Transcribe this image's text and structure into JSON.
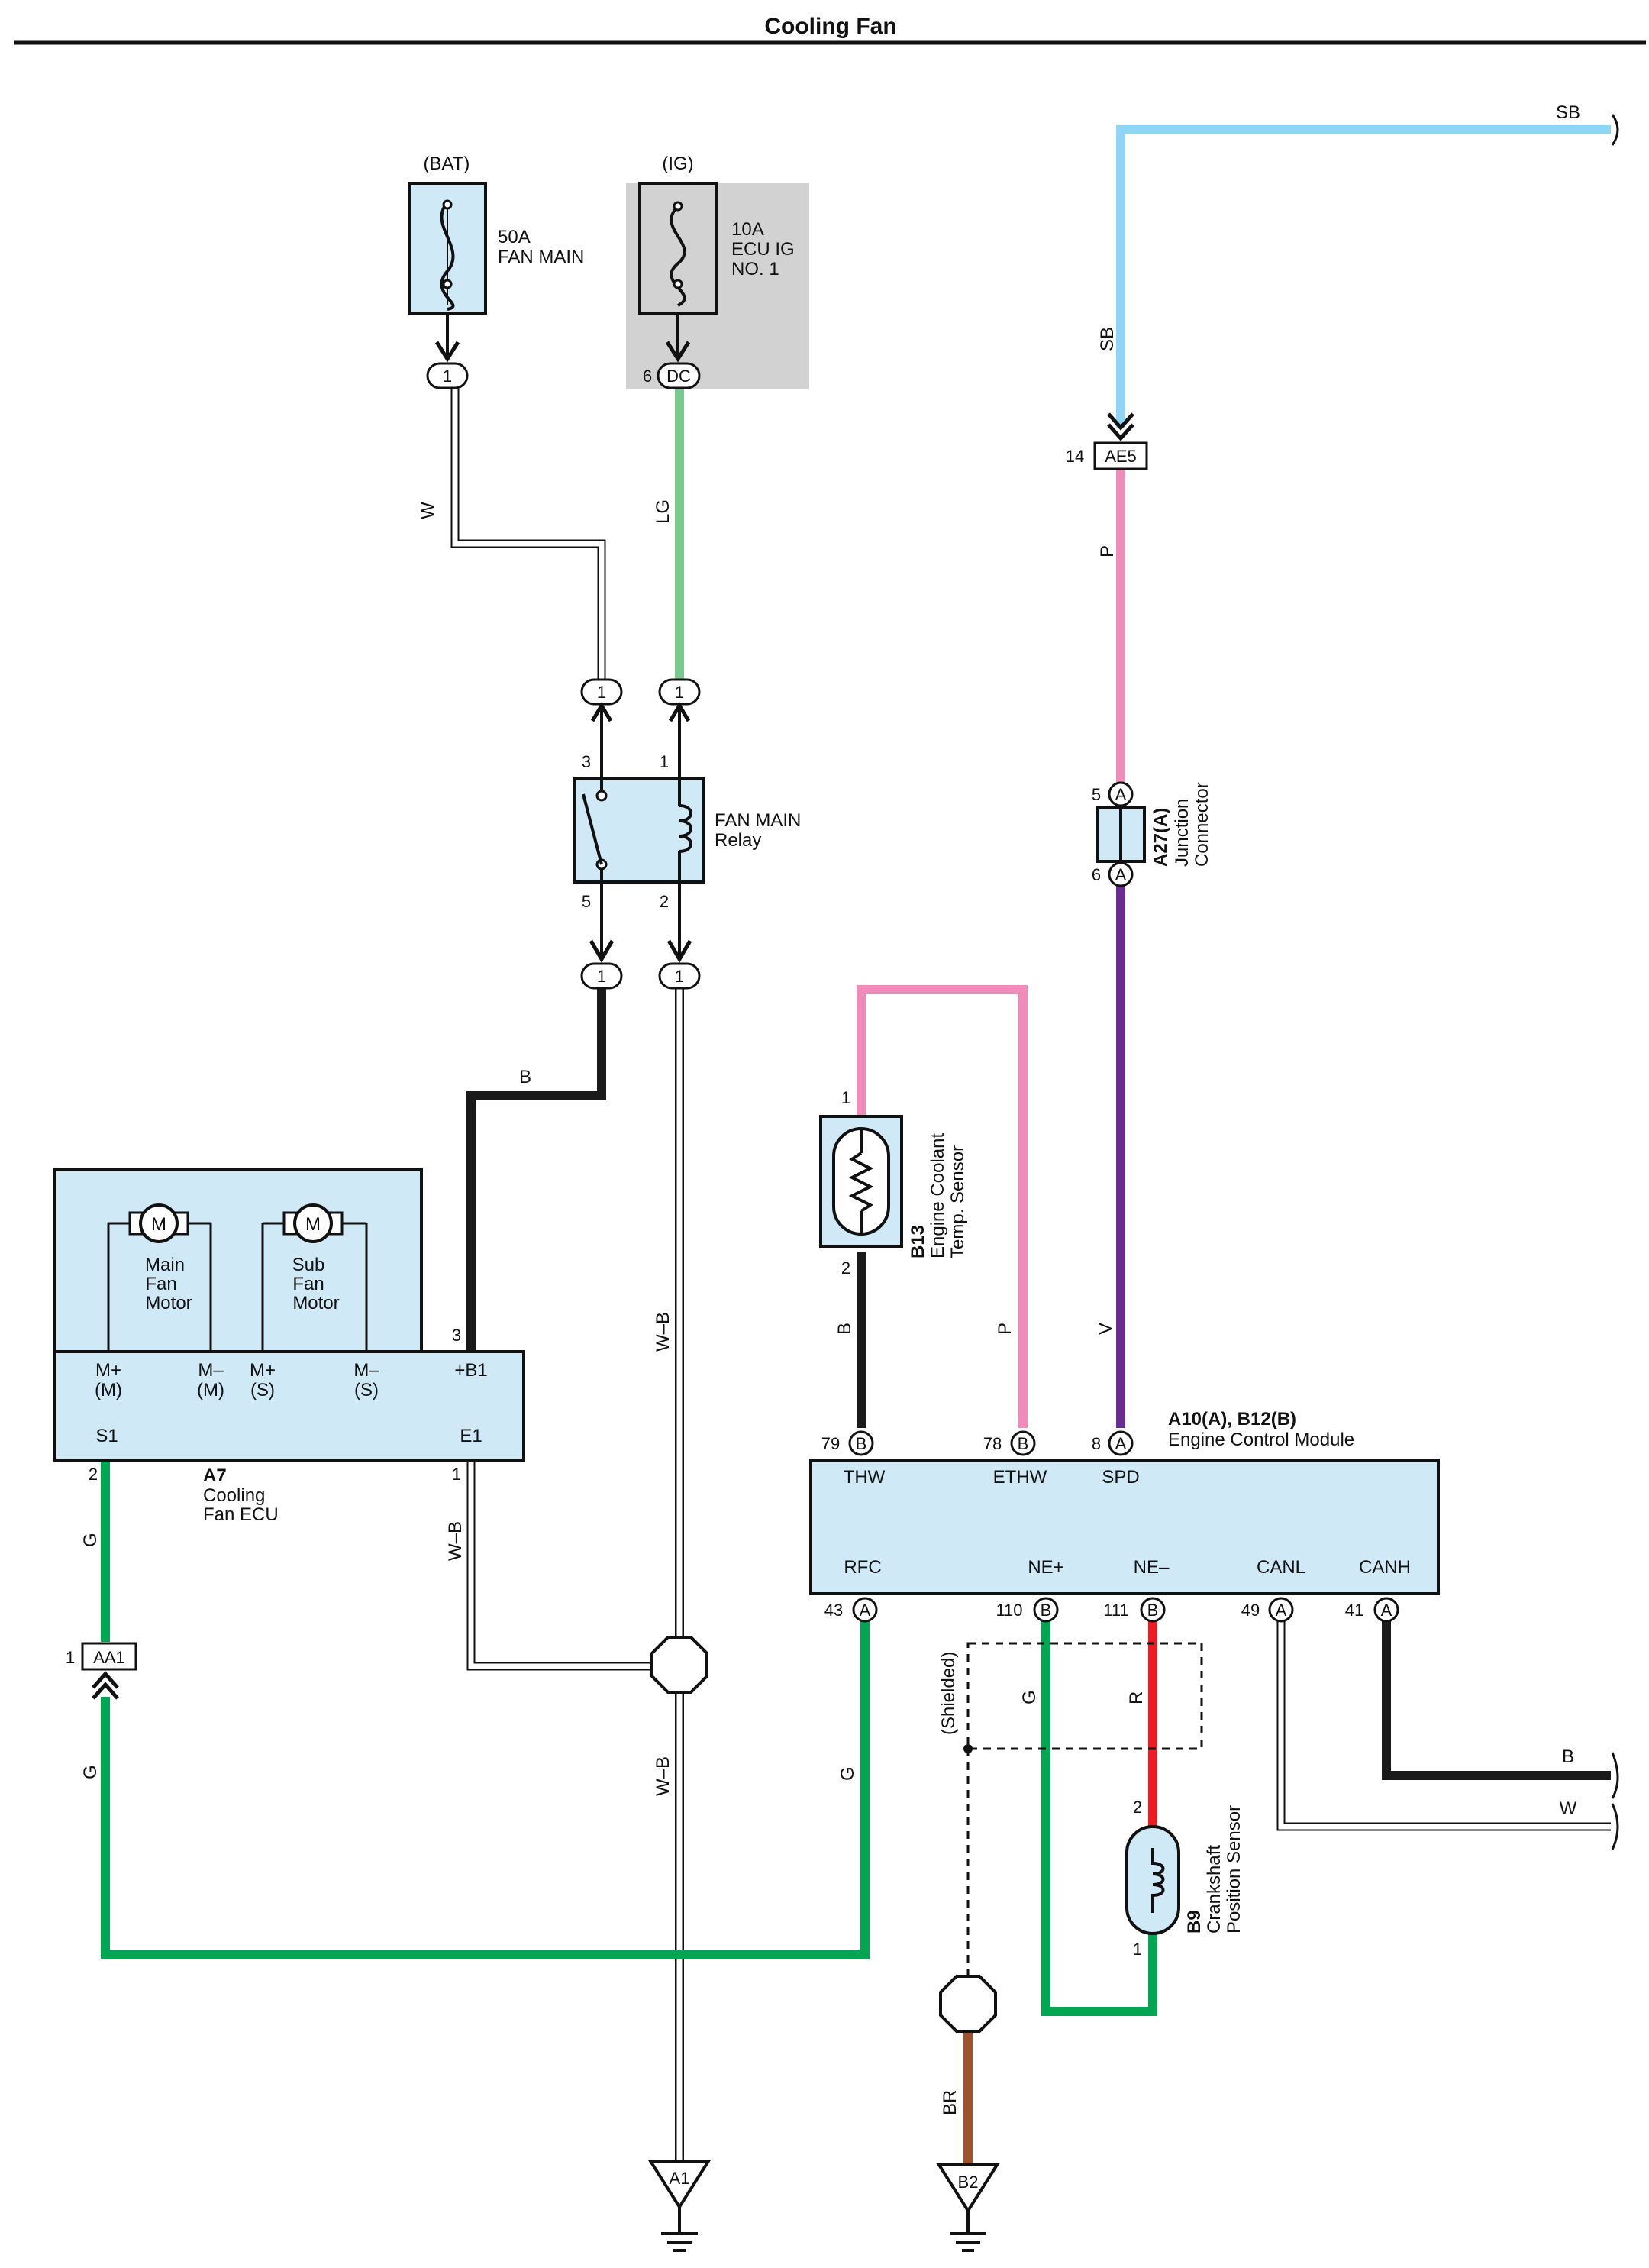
{
  "title": "Cooling Fan",
  "colors": {
    "G": "#00a651",
    "LG": "#7ac98f",
    "B": "#1a1a1a",
    "SB": "#8fd6f4",
    "P": "#f08cba",
    "V": "#6b2c91",
    "R": "#ed1c24",
    "BR": "#a0522d",
    "component_fill": "#cfe9f7",
    "ig_fill": "#d2d2d2"
  },
  "power": {
    "bat": {
      "label": "(BAT)",
      "fuse_amp": "50A",
      "fuse_name": "FAN MAIN",
      "connector": "1"
    },
    "ig": {
      "label": "(IG)",
      "fuse_amp": "10A",
      "fuse_name_1": "ECU IG",
      "fuse_name_2": "NO. 1",
      "connector": "DC",
      "pin": "6"
    }
  },
  "relay": {
    "name_1": "FAN MAIN",
    "name_2": "Relay",
    "pins": {
      "p3": "3",
      "p1": "1",
      "p5": "5",
      "p2": "2"
    },
    "connectors": {
      "c1": "1"
    }
  },
  "cooling_fan_ecu": {
    "id": "A7",
    "name_1": "Cooling",
    "name_2": "Fan ECU",
    "motor_symbol": "M",
    "main_motor": [
      "Main",
      "Fan",
      "Motor"
    ],
    "sub_motor": [
      "Sub",
      "Fan",
      "Motor"
    ],
    "terminals": {
      "mp_m": [
        "M+",
        "(M)"
      ],
      "mm_m": [
        "M–",
        "(M)"
      ],
      "mp_s": [
        "M+",
        "(S)"
      ],
      "mm_s": [
        "M–",
        "(S)"
      ],
      "b1": "+B1",
      "s1": "S1",
      "e1": "E1"
    },
    "pins": {
      "b1": "3",
      "s1": "2",
      "e1": "1"
    }
  },
  "aa1": {
    "name": "AA1",
    "pin": "1"
  },
  "ae5": {
    "name": "AE5",
    "pin": "14"
  },
  "junction": {
    "id": "A27(A)",
    "name_1": "Junction",
    "name_2": "Connector",
    "pin_top": "5",
    "pin_bottom": "6",
    "letter": "A"
  },
  "coolant_sensor": {
    "id": "B13",
    "name_1": "Engine Coolant",
    "name_2": "Temp. Sensor",
    "pin_top": "1",
    "pin_bottom": "2"
  },
  "crank_sensor": {
    "id": "B9",
    "name_1": "Crankshaft",
    "name_2": "Position Sensor",
    "pin_top": "2",
    "pin_bottom": "1"
  },
  "ecm": {
    "id": "A10(A), B12(B)",
    "name": "Engine Control Module",
    "top_terminals": [
      {
        "label": "THW",
        "pin": "79",
        "letter": "B"
      },
      {
        "label": "ETHW",
        "pin": "78",
        "letter": "B"
      },
      {
        "label": "SPD",
        "pin": "8",
        "letter": "A"
      }
    ],
    "bottom_terminals": [
      {
        "label": "RFC",
        "pin": "43",
        "letter": "A"
      },
      {
        "label": "NE+",
        "pin": "110",
        "letter": "B"
      },
      {
        "label": "NE–",
        "pin": "111",
        "letter": "B"
      },
      {
        "label": "CANL",
        "pin": "49",
        "letter": "A"
      },
      {
        "label": "CANH",
        "pin": "41",
        "letter": "A"
      }
    ]
  },
  "shielded": "(Shielded)",
  "grounds": {
    "a1": "A1",
    "b2": "B2"
  },
  "wire_labels": {
    "sb_top": "SB",
    "sb_vert": "SB",
    "w_bat": "W",
    "lg": "LG",
    "p_ae5": "P",
    "b_relay": "B",
    "wb_upper": "W–B",
    "wb_lower": "W–B",
    "wb_e1": "W–B",
    "g_s1": "G",
    "g_aa1": "G",
    "g_rfc": "G",
    "b_thw": "B",
    "p_ethw": "P",
    "v_spd": "V",
    "g_ne": "G",
    "r_ne": "R",
    "br": "BR",
    "b_canh": "B",
    "w_canl": "W"
  }
}
